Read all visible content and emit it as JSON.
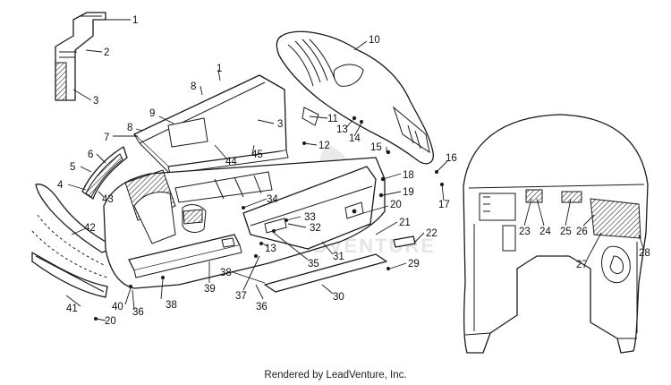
{
  "watermark": {
    "text": "LEADVENTURE"
  },
  "footer": {
    "credit": "Rendered by LeadVenture, Inc."
  },
  "callouts": [
    {
      "id": "c1a",
      "text": "1"
    },
    {
      "id": "c2",
      "text": "2"
    },
    {
      "id": "c3a",
      "text": "3"
    },
    {
      "id": "c1b",
      "text": "1"
    },
    {
      "id": "c8a",
      "text": "8"
    },
    {
      "id": "c9",
      "text": "9"
    },
    {
      "id": "c8b",
      "text": "8"
    },
    {
      "id": "c7",
      "text": "7"
    },
    {
      "id": "c3b",
      "text": "3"
    },
    {
      "id": "c44",
      "text": "44"
    },
    {
      "id": "c45",
      "text": "45"
    },
    {
      "id": "c6",
      "text": "6"
    },
    {
      "id": "c5",
      "text": "5"
    },
    {
      "id": "c4",
      "text": "4"
    },
    {
      "id": "c43",
      "text": "43"
    },
    {
      "id": "c42",
      "text": "42"
    },
    {
      "id": "c41",
      "text": "41"
    },
    {
      "id": "c40",
      "text": "40"
    },
    {
      "id": "c36a",
      "text": "36"
    },
    {
      "id": "c20a",
      "text": "20"
    },
    {
      "id": "c38a",
      "text": "38"
    },
    {
      "id": "c39",
      "text": "39"
    },
    {
      "id": "c37",
      "text": "37"
    },
    {
      "id": "c38b",
      "text": "38"
    },
    {
      "id": "c36b",
      "text": "36"
    },
    {
      "id": "c13a",
      "text": "13"
    },
    {
      "id": "c34",
      "text": "34"
    },
    {
      "id": "c33",
      "text": "33"
    },
    {
      "id": "c32",
      "text": "32"
    },
    {
      "id": "c35",
      "text": "35"
    },
    {
      "id": "c31",
      "text": "31"
    },
    {
      "id": "c30",
      "text": "30"
    },
    {
      "id": "c29",
      "text": "29"
    },
    {
      "id": "c22",
      "text": "22"
    },
    {
      "id": "c21",
      "text": "21"
    },
    {
      "id": "c20b",
      "text": "20"
    },
    {
      "id": "c19",
      "text": "19"
    },
    {
      "id": "c18",
      "text": "18"
    },
    {
      "id": "c15",
      "text": "15"
    },
    {
      "id": "c16",
      "text": "16"
    },
    {
      "id": "c17",
      "text": "17"
    },
    {
      "id": "c12",
      "text": "12"
    },
    {
      "id": "c13b",
      "text": "13"
    },
    {
      "id": "c14",
      "text": "14"
    },
    {
      "id": "c11",
      "text": "11"
    },
    {
      "id": "c10",
      "text": "10"
    },
    {
      "id": "c23",
      "text": "23"
    },
    {
      "id": "c24",
      "text": "24"
    },
    {
      "id": "c25",
      "text": "25"
    },
    {
      "id": "c26",
      "text": "26"
    },
    {
      "id": "c27",
      "text": "27"
    },
    {
      "id": "c28",
      "text": "28"
    }
  ]
}
